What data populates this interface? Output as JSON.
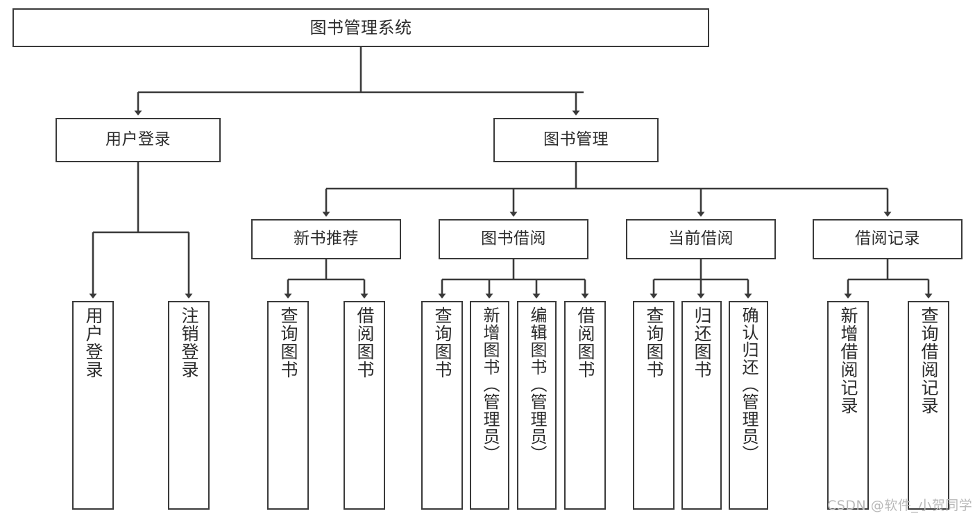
{
  "diagram": {
    "title": "图书管理系统",
    "type": "tree-hierarchy-chart",
    "watermark": "CSDN @软件_小贺同学",
    "line_color": "#3a3a3a",
    "box_fill": "#ffffff",
    "text_color": "#2b2b2b",
    "watermark_color": "#b9b9b9"
  },
  "nodes": {
    "root": {
      "label": "图书管理系统"
    },
    "level1": [
      {
        "id": "user-login",
        "label": "用户登录"
      },
      {
        "id": "book-management",
        "label": "图书管理"
      }
    ],
    "level2": [
      {
        "id": "new-book-recommend",
        "label": "新书推荐"
      },
      {
        "id": "book-borrow",
        "label": "图书借阅"
      },
      {
        "id": "current-borrow",
        "label": "当前借阅"
      },
      {
        "id": "borrow-record",
        "label": "借阅记录"
      }
    ],
    "leaves": {
      "user_login": [
        {
          "id": "leaf-user-login",
          "label": "用户登录"
        },
        {
          "id": "leaf-logout",
          "label": "注销登录"
        }
      ],
      "new_book_recommend": [
        {
          "id": "leaf-query-book-1",
          "label": "查询图书"
        },
        {
          "id": "leaf-borrow-book-1",
          "label": "借阅图书"
        }
      ],
      "book_borrow": [
        {
          "id": "leaf-query-book-2",
          "label": "查询图书"
        },
        {
          "id": "leaf-add-book",
          "label": "新增图书（管理员）"
        },
        {
          "id": "leaf-edit-book",
          "label": "编辑图书（管理员）"
        },
        {
          "id": "leaf-borrow-book-2",
          "label": "借阅图书"
        }
      ],
      "current_borrow": [
        {
          "id": "leaf-query-book-3",
          "label": "查询图书"
        },
        {
          "id": "leaf-return-book",
          "label": "归还图书"
        },
        {
          "id": "leaf-confirm-return",
          "label": "确认归还（管理员）"
        }
      ],
      "borrow_record": [
        {
          "id": "leaf-add-record",
          "label": "新增借阅记录"
        },
        {
          "id": "leaf-query-record",
          "label": "查询借阅记录"
        }
      ]
    }
  }
}
